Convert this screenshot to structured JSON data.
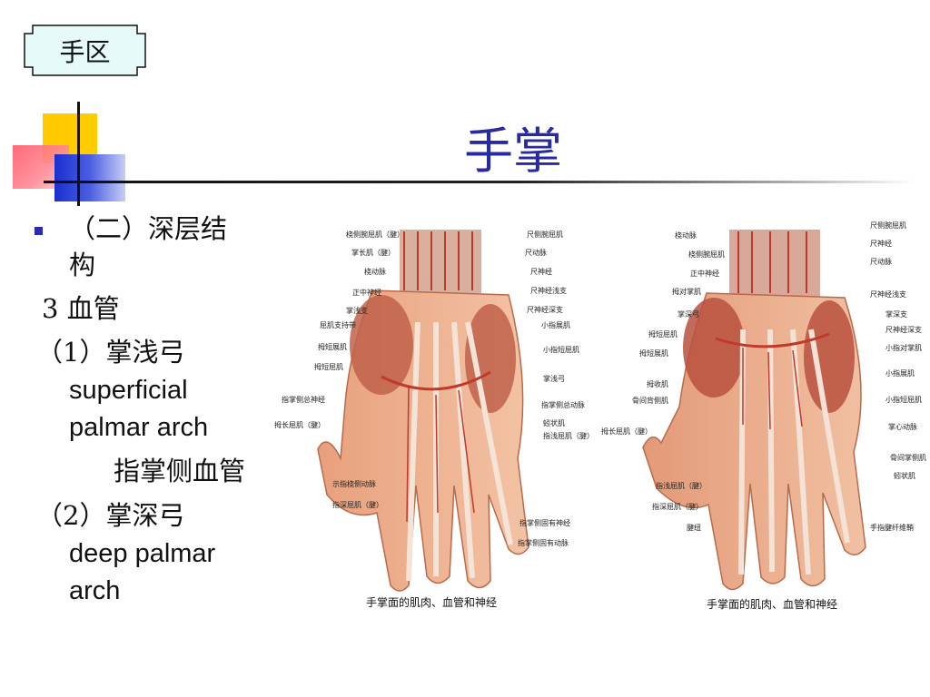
{
  "tag": {
    "label": "手区"
  },
  "title": "手掌",
  "left_text": {
    "heading_line1": "（二）深层结",
    "heading_line2": "构",
    "item_blood": "3 血管",
    "item1_prefix": "（1）掌浅弓",
    "item1_en_line1": "superficial",
    "item1_en_line2": "palmar arch",
    "item1_sub": "指掌侧血管",
    "item2_prefix": "（2）掌深弓",
    "item2_en_line1": "deep palmar",
    "item2_en_line2": "arch"
  },
  "figure_left": {
    "caption": "手掌面的肌肉、血管和神经",
    "labels_left": [
      "桡侧腕屈肌（腱）",
      "掌长肌（腱）",
      "桡动脉",
      "正中神经",
      "掌浅支",
      "屈肌支持带",
      "拇短展肌",
      "拇短屈肌",
      "指掌侧总神经",
      "拇长屈肌（腱）",
      "示指桡侧动脉",
      "指深屈肌（腱）"
    ],
    "labels_right": [
      "尺侧腕屈肌",
      "尺动脉",
      "尺神经",
      "尺神经浅支",
      "尺神经深支",
      "小指展肌",
      "小指短屈肌",
      "掌浅弓",
      "指掌侧总动脉",
      "蚓状肌",
      "指浅屈肌（腱）",
      "指掌侧固有神经",
      "指掌侧固有动脉"
    ]
  },
  "figure_right": {
    "caption": "手掌面的肌肉、血管和神经",
    "labels_left": [
      "桡动脉",
      "桡侧腕屈肌",
      "正中神经",
      "拇对掌肌",
      "掌深弓",
      "拇短屈肌",
      "拇短展肌",
      "拇收肌",
      "骨间背侧肌",
      "拇长屈肌（腱）",
      "指浅屈肌（腱）",
      "指深屈肌（腱）",
      "腱纽"
    ],
    "labels_right": [
      "尺侧腕屈肌",
      "尺神经",
      "尺动脉",
      "尺神经浅支",
      "掌深支",
      "尺神经深支",
      "小指对掌肌",
      "小指展肌",
      "小指短屈肌",
      "掌心动脉",
      "骨间掌侧肌",
      "蚓状肌",
      "手指腱纤维鞘"
    ]
  }
}
